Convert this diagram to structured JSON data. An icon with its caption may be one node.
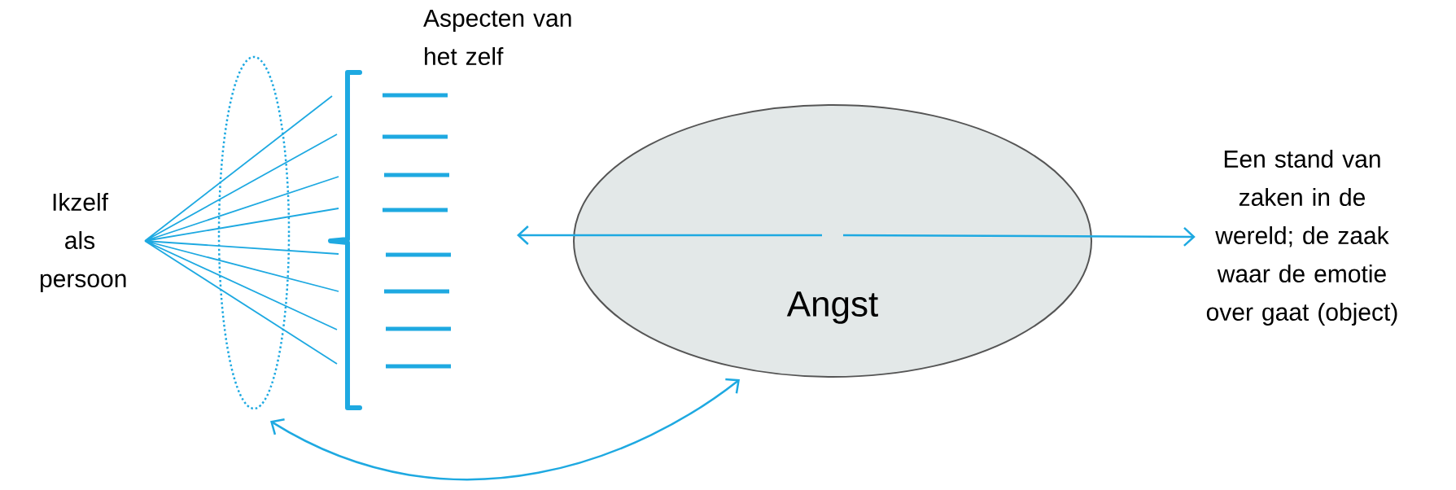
{
  "diagram": {
    "nodes": [
      {
        "text": [
          "Ikzelf als persoon"
        ]
      },
      {
        "text": [
          "Aspecten van het zelf"
        ]
      },
      {
        "text": [
          "Angst"
        ]
      },
      {
        "text": [
          "Een stand van zaken in de wereld; de zaak waar de emotie over gaat (object)"
        ]
      },
      {
        "text": [],
        "shape": "circle"
      }
    ],
    "edges": [
      {
        "from": 2,
        "to": null,
        "arrow": "to"
      },
      {
        "from": 2,
        "to": 3,
        "arrow": "to"
      },
      {
        "from": 4,
        "to": 2,
        "arrow": "both"
      }
    ]
  }
}
